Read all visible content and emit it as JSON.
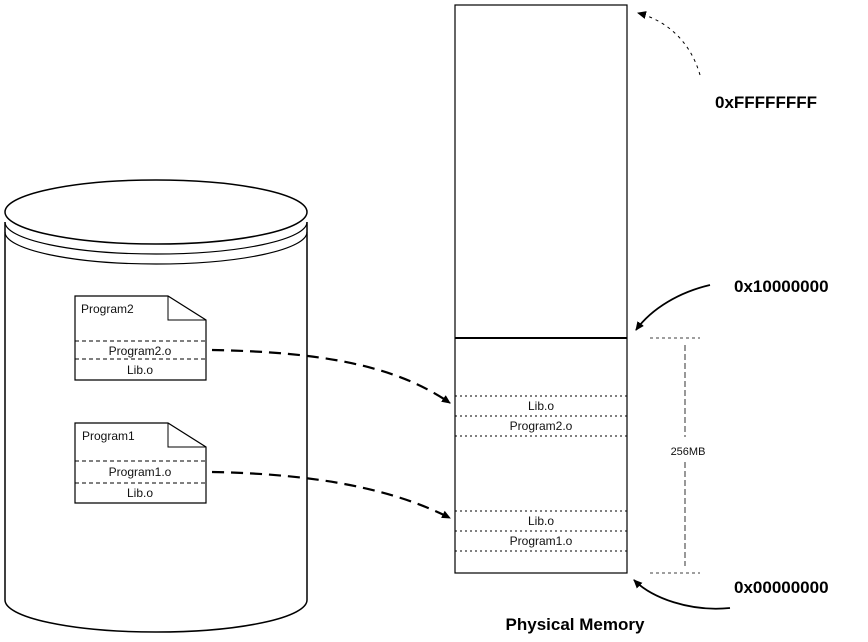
{
  "disk": {
    "files": [
      {
        "title": "Program2",
        "object": "Program2.o",
        "lib": "Lib.o"
      },
      {
        "title": "Program1",
        "object": "Program1.o",
        "lib": "Lib.o"
      }
    ]
  },
  "memory": {
    "regions": [
      {
        "lib": "Lib.o",
        "object": "Program2.o"
      },
      {
        "lib": "Lib.o",
        "object": "Program1.o"
      }
    ],
    "size_label": "256MB",
    "addresses": {
      "top": "0xFFFFFFFF",
      "middle": "0x10000000",
      "bottom": "0x00000000"
    },
    "caption": "Physical Memory"
  }
}
